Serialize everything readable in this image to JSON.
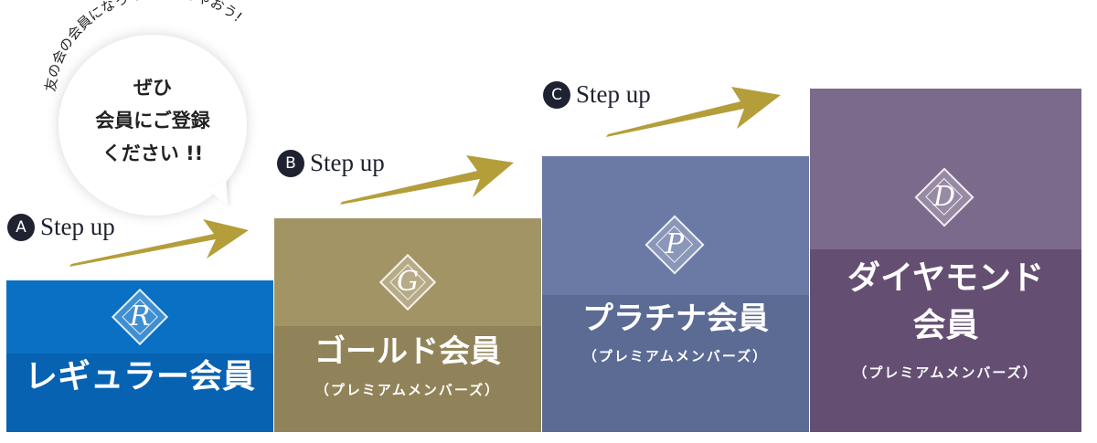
{
  "bubble": {
    "arc_text": "友の会の会員になってトクしちゃおう!",
    "lines": [
      "ぜひ",
      "会員にご登録",
      "ください !!"
    ]
  },
  "steps": [
    {
      "badge": "A",
      "label": "Step up"
    },
    {
      "badge": "B",
      "label": "Step up"
    },
    {
      "badge": "C",
      "label": "Step up"
    }
  ],
  "tiers": [
    {
      "letter": "R",
      "title": "レギュラー会員",
      "subtitle": "",
      "color": "#0a70c4",
      "band_color": "#0762b2"
    },
    {
      "letter": "G",
      "title": "ゴールド会員",
      "subtitle": "（プレミアムメンバーズ）",
      "color": "#a39466",
      "band_color": "#918359"
    },
    {
      "letter": "P",
      "title": "プラチナ会員",
      "subtitle": "（プレミアムメンバーズ）",
      "color": "#6a7aa4",
      "band_color": "#5b6b94"
    },
    {
      "letter": "D",
      "title_lines": [
        "ダイヤモンド",
        "会員"
      ],
      "subtitle": "（プレミアムメンバーズ）",
      "color": "#7b6a8c",
      "band_color": "#644f73"
    }
  ],
  "colors": {
    "arrow_gold": "#b49e3a",
    "badge": "#1f2230"
  }
}
